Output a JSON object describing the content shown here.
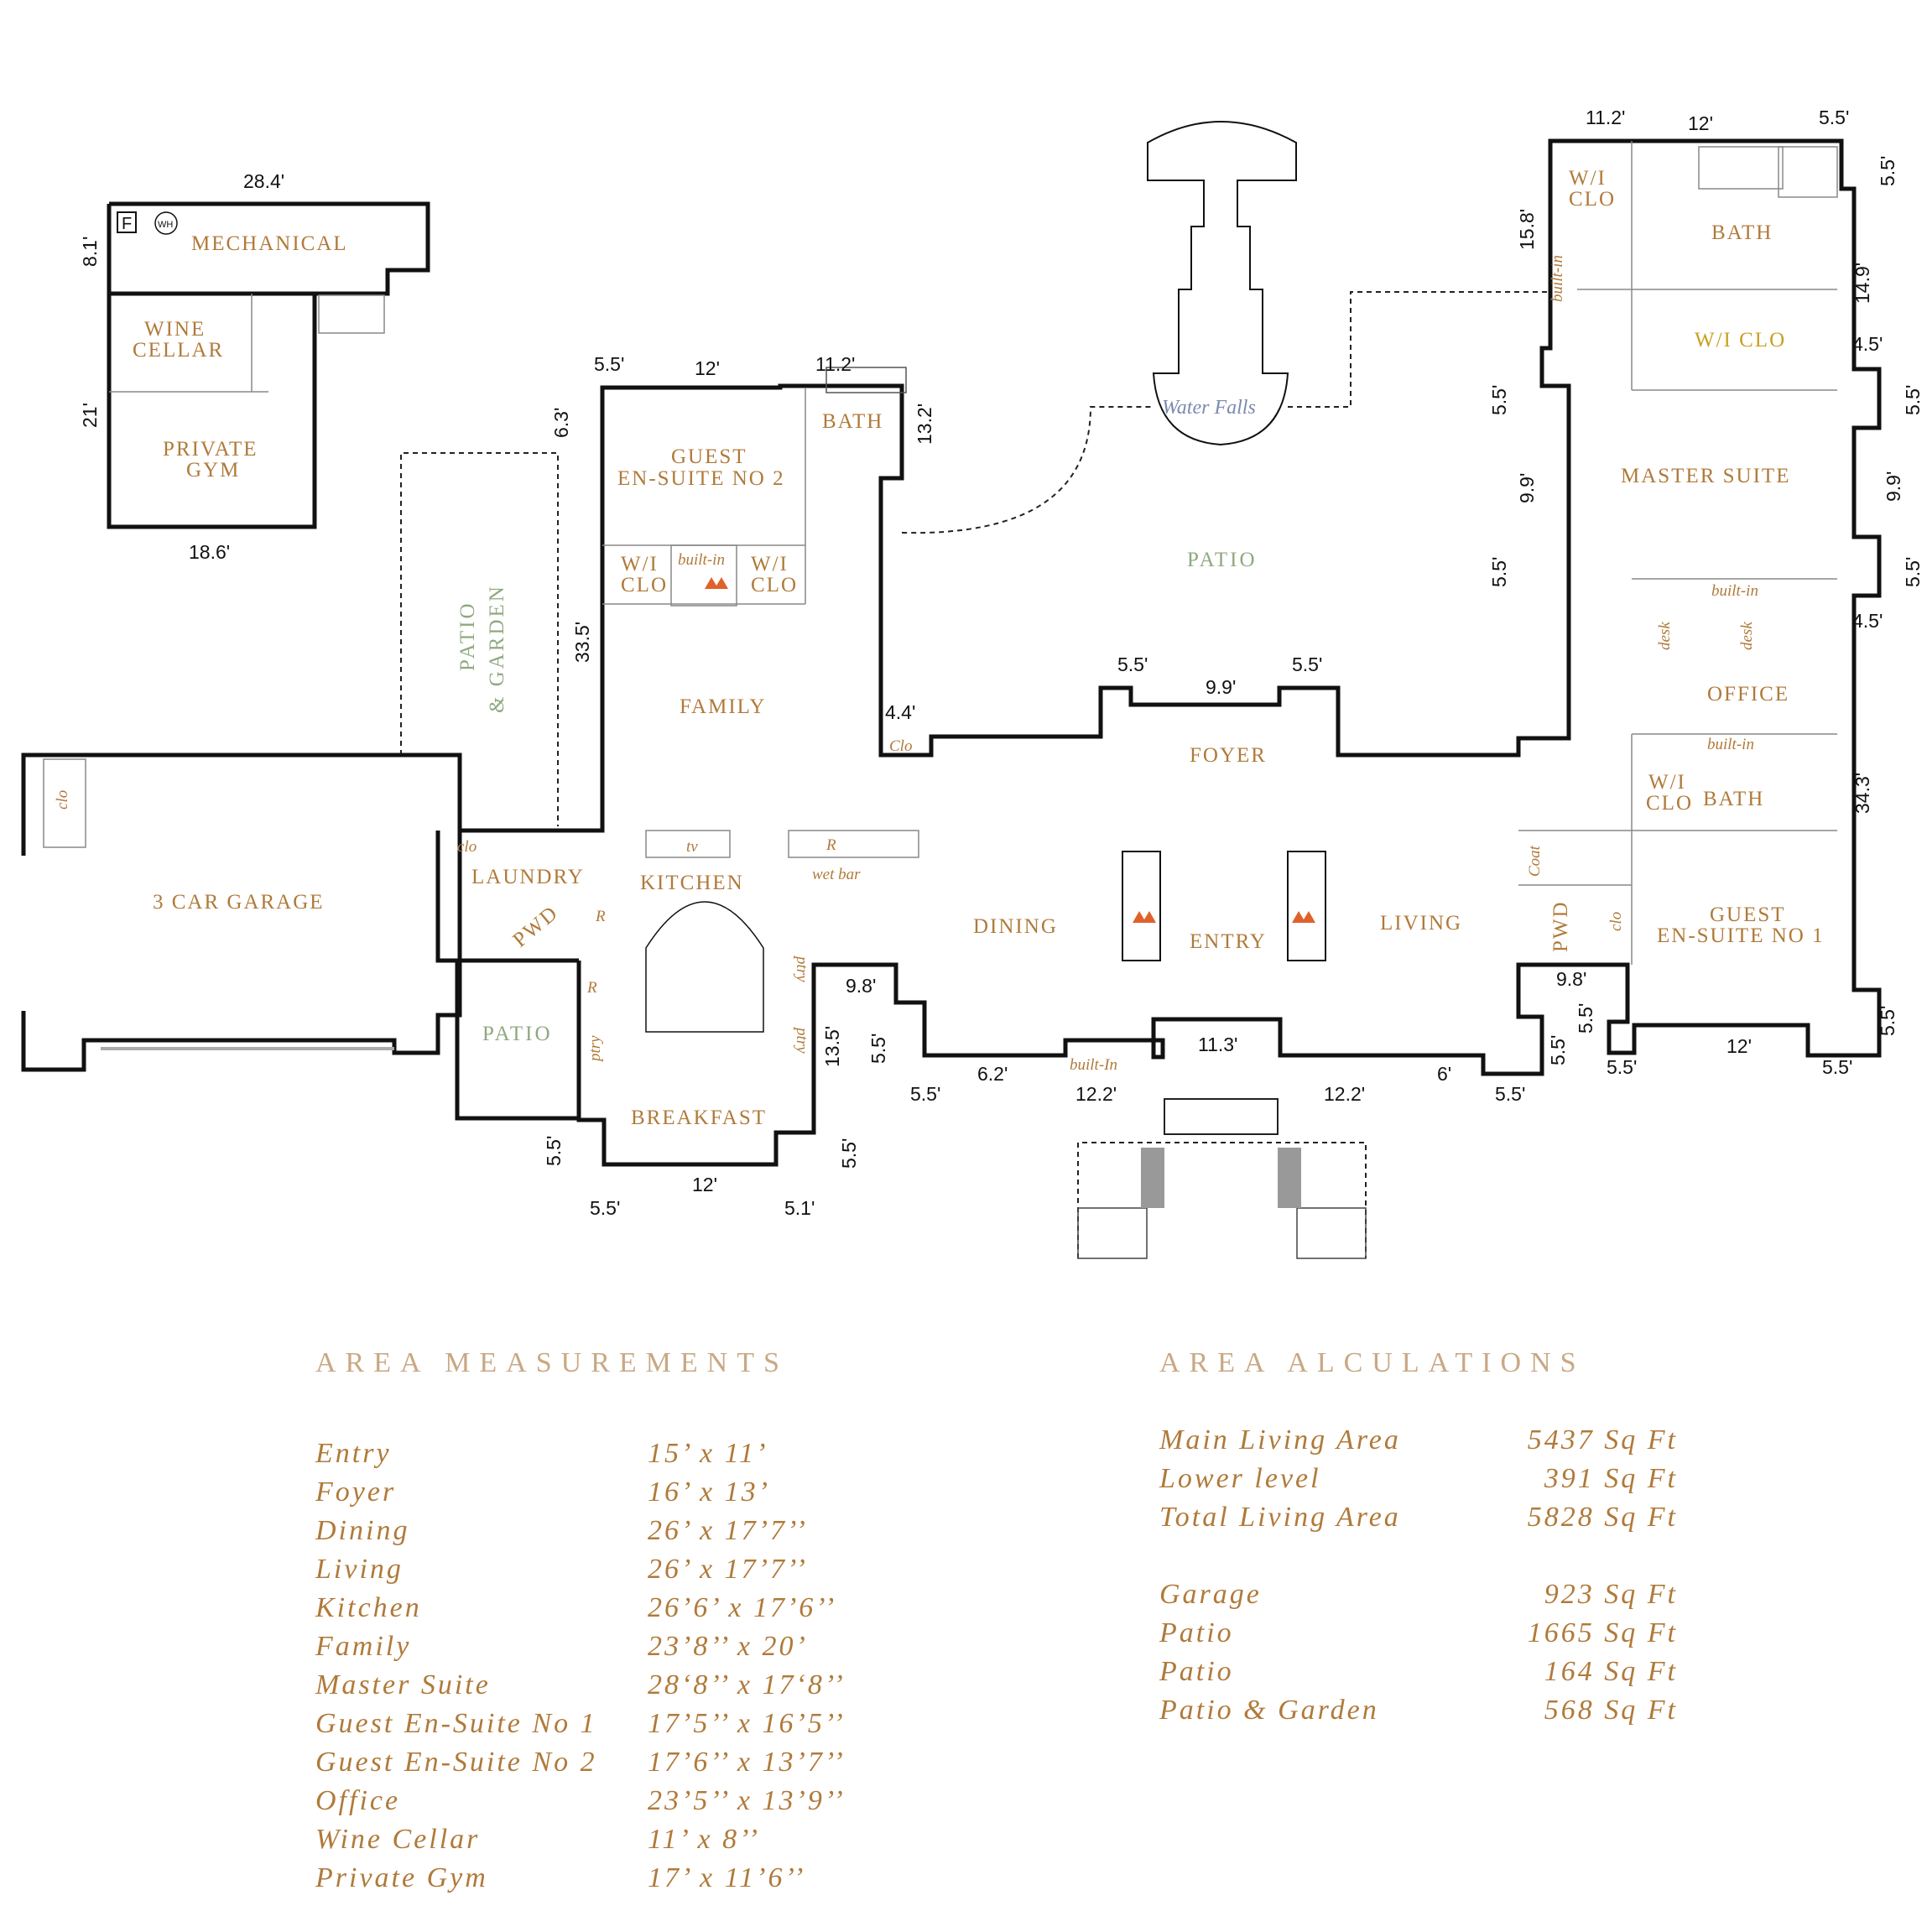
{
  "plan": {
    "rooms": {
      "mechanical": "MECHANICAL",
      "wine_cellar_1": "WINE",
      "wine_cellar_2": "CELLAR",
      "private_gym_1": "PRIVATE",
      "private_gym_2": "GYM",
      "clo_vertical": "CLO",
      "guest2_1": "GUEST",
      "guest2_2": "EN-SUITE NO 2",
      "bath_guest2": "BATH",
      "wi_clo": "W/I",
      "clo": "CLO",
      "built_in": "built-in",
      "family": "FAMILY",
      "patio_garden_1": "PATIO",
      "patio_garden_2": "& GARDEN",
      "garage": "3 CAR GARAGE",
      "clo_lower": "clo",
      "laundry": "LAUNDRY",
      "pwd": "PWD",
      "kitchen": "KITCHEN",
      "tv": "tv",
      "wet_bar": "wet bar",
      "r": "R",
      "ptry": "ptry",
      "small_patio": "PATIO",
      "breakfast": "BREAKFAST",
      "dining": "DINING",
      "entry": "ENTRY",
      "living": "LIVING",
      "foyer": "FOYER",
      "patio": "PATIO",
      "water_falls": "Water Falls",
      "clo_cap": "Clo",
      "built_in_cap": "built-In",
      "master_bath": "BATH",
      "master_wi_clo": "W/I CLO",
      "master_suite": "MASTER SUITE",
      "office": "OFFICE",
      "desk": "desk",
      "guest1_bath": "BATH",
      "guest1_1": "GUEST",
      "guest1_2": "EN-SUITE NO 1",
      "coat": "Coat",
      "fw_f": "F",
      "fw_wh": "WH"
    },
    "dims": {
      "d28_4": "28.4'",
      "d8_1": "8.1'",
      "d21": "21'",
      "d18_6": "18.6'",
      "d5_5": "5.5'",
      "d12": "12'",
      "d11_2": "11.2'",
      "d6_3": "6.3'",
      "d13_2": "13.2'",
      "d33_5": "33.5'",
      "d4_4": "4.4'",
      "d9_9": "9.9'",
      "d9_8": "9.8'",
      "d13_5": "13.5'",
      "d6_2": "6.2'",
      "d12_2": "12.2'",
      "d11_3": "11.3'",
      "d6": "6'",
      "d5_1": "5.1'",
      "d15_8": "15.8'",
      "d14_9": "14.9'",
      "d4_5": "4.5'",
      "d34_3": "34.3'"
    }
  },
  "area_measurements": {
    "heading": "AREA MEASUREMENTS",
    "rows": [
      {
        "name": "Entry",
        "size": "15’ x 11’"
      },
      {
        "name": "Foyer",
        "size": "16’ x 13’"
      },
      {
        "name": "Dining",
        "size": "26’ x 17’7’’"
      },
      {
        "name": "Living",
        "size": "26’ x 17’7’’"
      },
      {
        "name": "Kitchen",
        "size": "26’6’ x 17’6’’"
      },
      {
        "name": "Family",
        "size": "23’8’’ x 20’"
      },
      {
        "name": "Master Suite",
        "size": "28‘8’’ x 17‘8’’"
      },
      {
        "name": "Guest En-Suite No 1",
        "size": "17’5’’ x 16’5’’"
      },
      {
        "name": "Guest En-Suite No 2",
        "size": "17’6’’ x 13’7’’"
      },
      {
        "name": "Office",
        "size": "23’5’’ x 13’9’’"
      },
      {
        "name": "Wine Cellar",
        "size": "11’ x 8’’"
      },
      {
        "name": "Private Gym",
        "size": "17’ x 11’6’’"
      }
    ]
  },
  "area_calculations": {
    "heading": "AREA ALCULATIONS",
    "rows": [
      {
        "name": "Main Living Area",
        "value": "5437 Sq Ft"
      },
      {
        "name": "Lower level",
        "value": "391 Sq Ft"
      },
      {
        "name": "Total Living Area",
        "value": "5828 Sq Ft"
      },
      {
        "name": "",
        "value": ""
      },
      {
        "name": "Garage",
        "value": "923 Sq Ft"
      },
      {
        "name": "Patio",
        "value": "1665 Sq Ft"
      },
      {
        "name": "Patio",
        "value": "164 Sq Ft"
      },
      {
        "name": "Patio & Garden",
        "value": "568 Sq Ft"
      }
    ]
  },
  "colors": {
    "label": "#b07a3a",
    "garden": "#8fa87f",
    "heading": "#c8a884",
    "fire": "#e0622a"
  }
}
